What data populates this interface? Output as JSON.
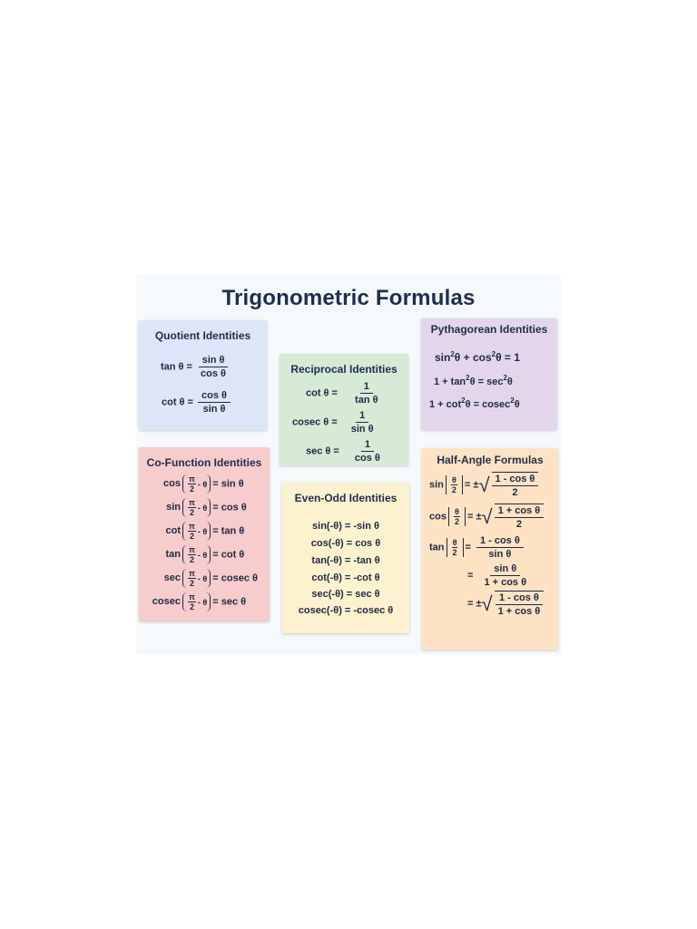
{
  "title": "Trigonometric Formulas",
  "colors": {
    "quotient": "#dde6f8",
    "reciprocal": "#d6ead6",
    "pythagorean": "#e3d6ea",
    "cofunction": "#f6cccc",
    "evenodd": "#fdf2cf",
    "halfangle": "#fde3c4"
  },
  "quotient": {
    "title": "Quotient Identities",
    "tan_lhs": "tan θ =",
    "tan_num": "sin θ",
    "tan_den": "cos θ",
    "cot_lhs": "cot θ =",
    "cot_num": "cos θ",
    "cot_den": "sin θ"
  },
  "reciprocal": {
    "title": "Reciprocal Identities",
    "items": [
      {
        "lhs": "cot θ =",
        "num": "1",
        "den": "tan θ"
      },
      {
        "lhs": "cosec θ =",
        "num": "1",
        "den": "sin θ"
      },
      {
        "lhs": "sec θ =",
        "num": "1",
        "den": "cos θ"
      }
    ]
  },
  "pythagorean": {
    "title": "Pythagorean Identities",
    "items": [
      {
        "a": "sin",
        "b": "θ + cos",
        "c": "θ = 1"
      },
      {
        "a": "1 + tan",
        "b": "θ = sec",
        "c": "θ"
      },
      {
        "a": "1 + cot",
        "b": "θ = cosec",
        "c": "θ"
      }
    ],
    "exp": "2"
  },
  "cofunction": {
    "title": "Co-Function Identities",
    "pi": "π",
    "two": "2",
    "minus": "- θ",
    "items": [
      {
        "fn": "cos",
        "rhs": "= sin θ"
      },
      {
        "fn": "sin",
        "rhs": "= cos θ"
      },
      {
        "fn": "cot",
        "rhs": "= tan θ"
      },
      {
        "fn": "tan",
        "rhs": "= cot θ"
      },
      {
        "fn": "sec",
        "rhs": "= cosec θ"
      },
      {
        "fn": "cosec",
        "rhs": "= sec θ"
      }
    ]
  },
  "evenodd": {
    "title": "Even-Odd Identities",
    "items": [
      "sin(-θ) = -sin θ",
      "cos(-θ) = cos θ",
      "tan(-θ) = -tan θ",
      "cot(-θ) = -cot θ",
      "sec(-θ) = sec θ",
      "cosec(-θ) = -cosec θ"
    ]
  },
  "halfangle": {
    "title": "Half-Angle Formulas",
    "theta": "θ",
    "two": "2",
    "pm": "= ±",
    "eq": "=",
    "sin_fn": "sin",
    "sin_num": "1 - cos θ",
    "sin_den": "2",
    "cos_fn": "cos",
    "cos_num": "1 + cos θ",
    "cos_den": "2",
    "tan_fn": "tan",
    "tan1_num": "1 - cos θ",
    "tan1_den": "sin θ",
    "tan2_num": "sin θ",
    "tan2_den": "1 + cos θ",
    "tan3_num": "1 - cos θ",
    "tan3_den": "1 + cos θ"
  }
}
